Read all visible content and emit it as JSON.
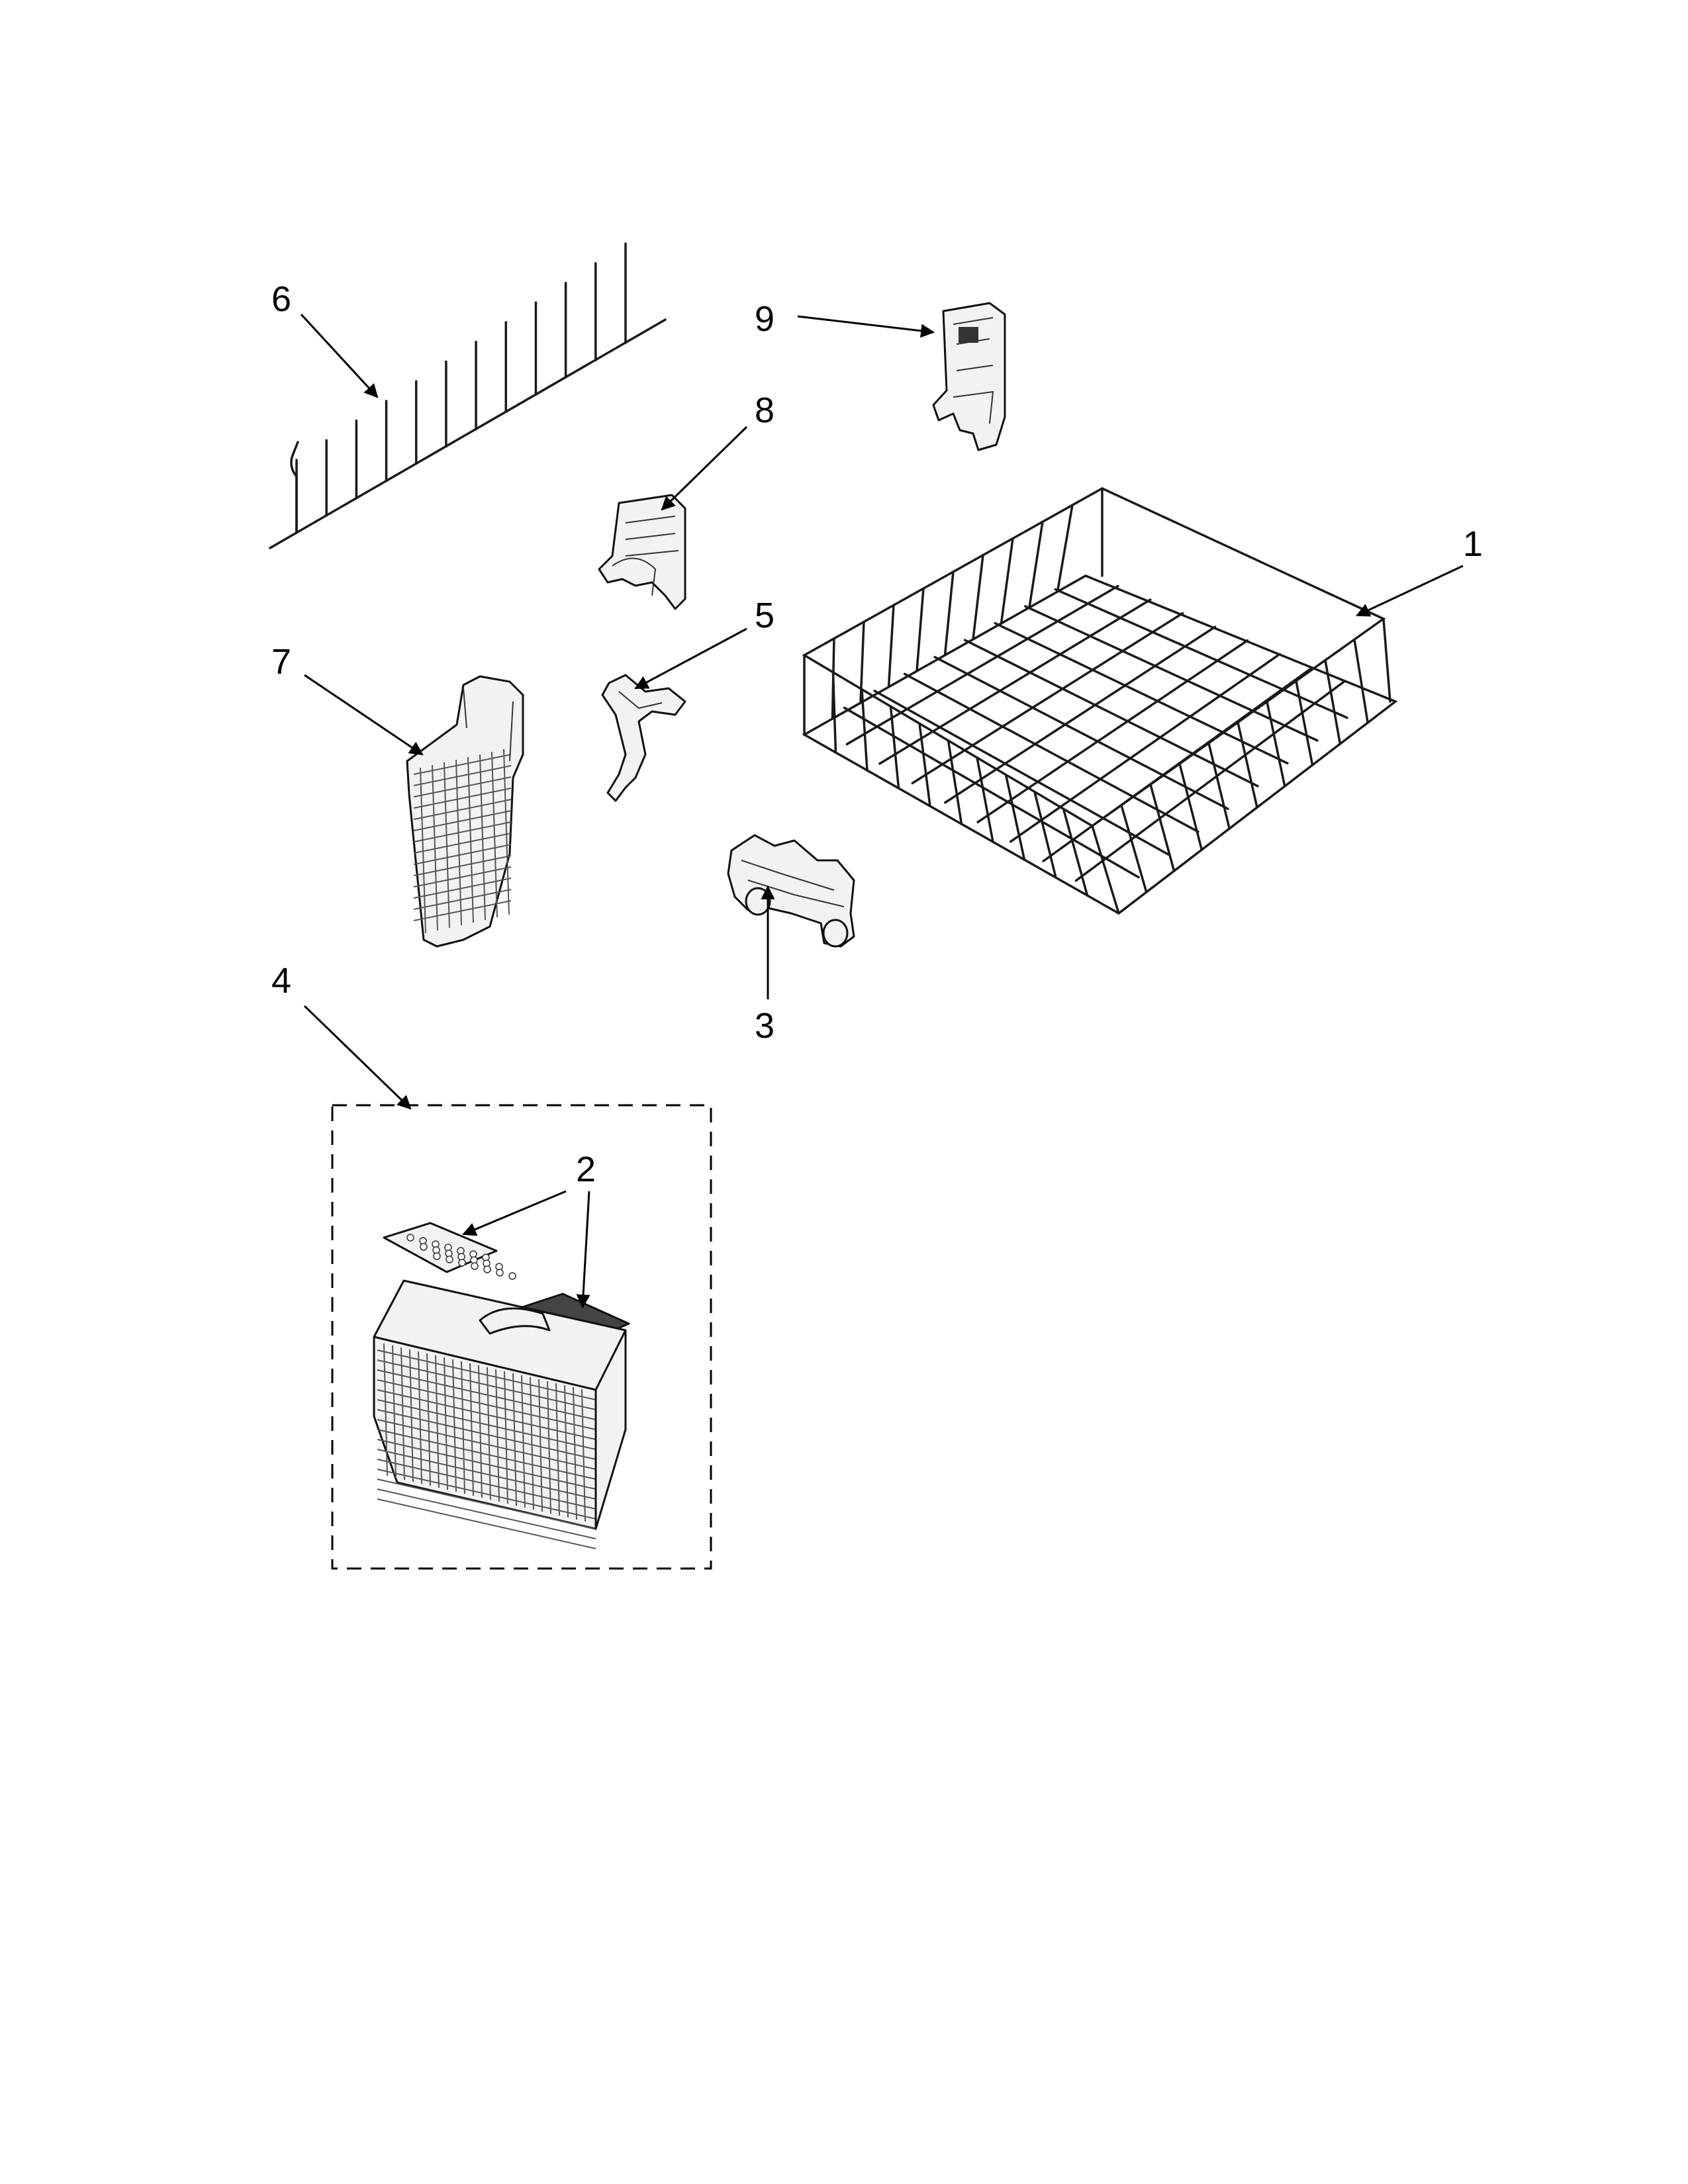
{
  "diagram": {
    "colors": {
      "line": "#111111",
      "background": "#ffffff",
      "part_fill": "#f2f2f2"
    },
    "callouts": [
      {
        "id": "1",
        "label": "1"
      },
      {
        "id": "2",
        "label": "2"
      },
      {
        "id": "3",
        "label": "3"
      },
      {
        "id": "4",
        "label": "4"
      },
      {
        "id": "5",
        "label": "5"
      },
      {
        "id": "6",
        "label": "6"
      },
      {
        "id": "7",
        "label": "7"
      },
      {
        "id": "8",
        "label": "8"
      },
      {
        "id": "9",
        "label": "9"
      }
    ]
  }
}
